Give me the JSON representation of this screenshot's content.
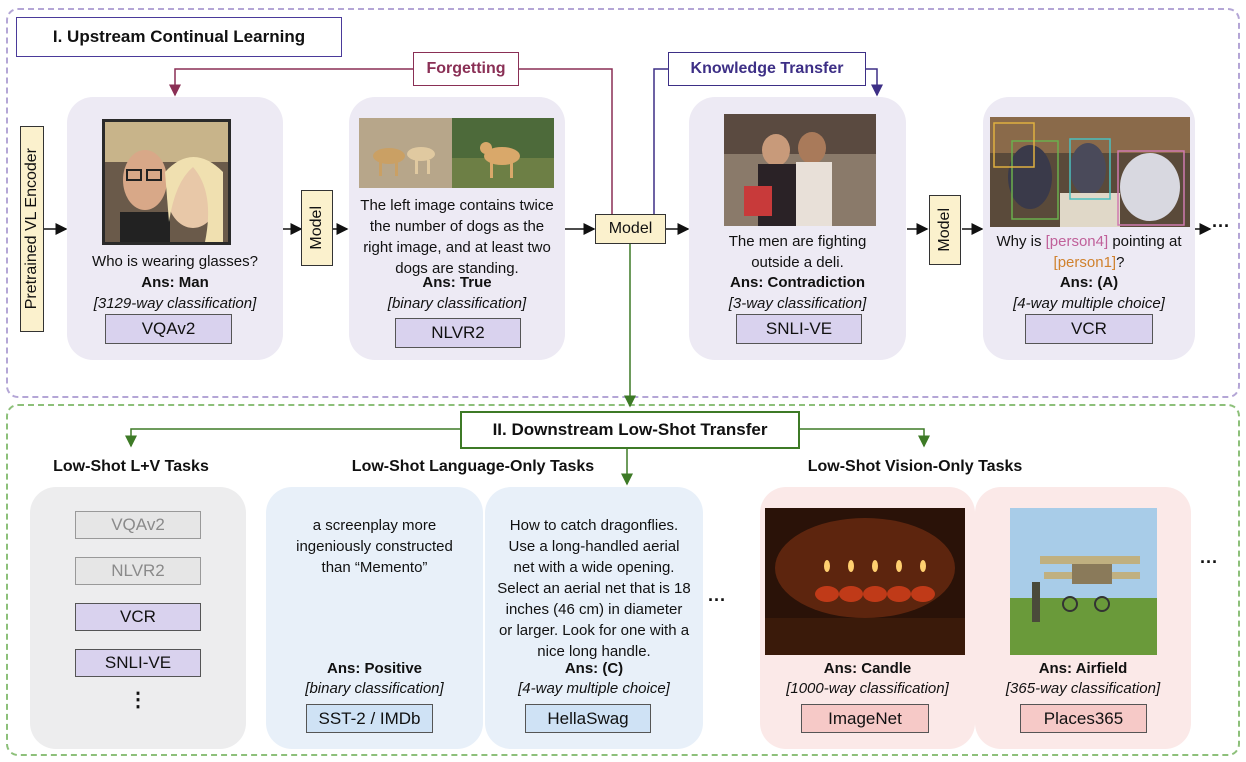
{
  "section1": {
    "title": "I. Upstream Continual Learning"
  },
  "section2": {
    "title": "II. Downstream Low-Shot Transfer"
  },
  "encoder": {
    "label": "Pretrained VL Encoder"
  },
  "model_label": "Model",
  "forgetting_label": "Forgetting",
  "knowledge_transfer_label": "Knowledge Transfer",
  "ellipsis": "···",
  "upstream_tasks": [
    {
      "question": "Who is wearing glasses?",
      "answer": "Ans: Man",
      "type": "[3129-way classification]",
      "tag": "VQAv2"
    },
    {
      "question": "The left image contains twice the number of dogs as the right image, and at least two dogs are standing.",
      "answer": "Ans: True",
      "type": "[binary classification]",
      "tag": "NLVR2"
    },
    {
      "question": "The men are fighting outside a deli.",
      "answer": "Ans: Contradiction",
      "type": "[3-way classification]",
      "tag": "SNLI-VE"
    },
    {
      "q_part1": "Why is ",
      "q_person4": "[person4]",
      "q_part2": " pointing at ",
      "q_person1": "[person1]",
      "q_part3": "?",
      "answer": "Ans: (A)",
      "type": "[4-way multiple choice]",
      "tag": "VCR"
    }
  ],
  "lv": {
    "heading": "Low-Shot L+V Tasks",
    "tags": [
      "VQAv2",
      "NLVR2",
      "VCR",
      "SNLI-VE"
    ],
    "more": "⋮"
  },
  "lang": {
    "heading": "Low-Shot Language-Only Tasks",
    "tasks": [
      {
        "text": "a screenplay more ingeniously constructed than “Memento”",
        "answer": "Ans: Positive",
        "type": "[binary classification]",
        "tag": "SST-2 / IMDb"
      },
      {
        "text": "How to catch dragonflies. Use a long-handled aerial net with a wide opening. Select an aerial net that is 18 inches (46 cm) in diameter or larger. Look for one with a nice long handle.",
        "answer": "Ans: (C)",
        "type": "[4-way multiple choice]",
        "tag": "HellaSwag"
      }
    ]
  },
  "vision": {
    "heading": "Low-Shot Vision-Only Tasks",
    "tasks": [
      {
        "answer": "Ans: Candle",
        "type": "[1000-way classification]",
        "tag": "ImageNet"
      },
      {
        "answer": "Ans: Airfield",
        "type": "[365-way classification]",
        "tag": "Places365"
      }
    ]
  },
  "colors": {
    "forgetting": "#8a2f55",
    "knowledge": "#3d2f86",
    "downstream": "#3d7a26"
  }
}
